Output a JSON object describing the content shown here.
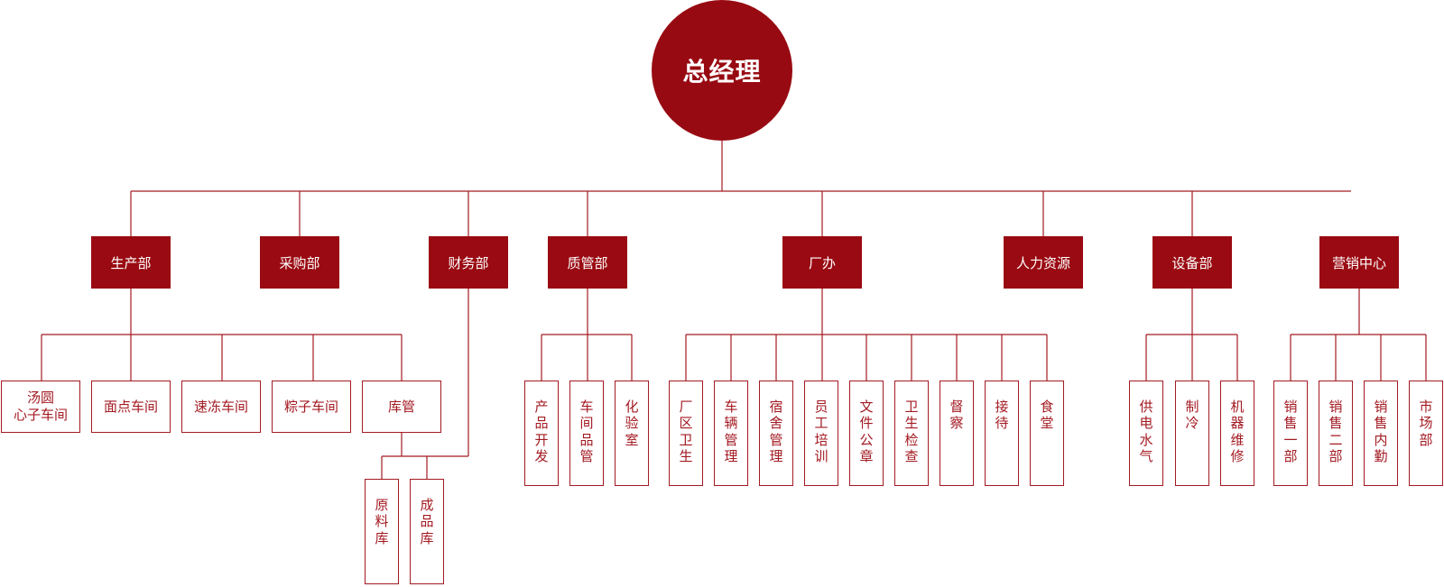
{
  "colors": {
    "fill": "#980a12",
    "line": "#a31a22",
    "text_on_fill": "#ffffff"
  },
  "root": {
    "label": "总经理"
  },
  "departments": [
    {
      "label": "生产部"
    },
    {
      "label": "采购部"
    },
    {
      "label": "财务部"
    },
    {
      "label": "质管部"
    },
    {
      "label": "厂办"
    },
    {
      "label": "人力资源"
    },
    {
      "label": "设备部"
    },
    {
      "label": "营销中心"
    }
  ],
  "units": {
    "production": [
      "汤圆\n心子车间",
      "面点车间",
      "速冻车间",
      "粽子车间",
      "库管"
    ],
    "warehouse": [
      "原料库",
      "成品库"
    ],
    "quality": [
      "产品开发",
      "车间品管",
      "化验室"
    ],
    "office": [
      "厂区卫生",
      "车辆管理",
      "宿舍管理",
      "员工培训",
      "文件公章",
      "卫生检查",
      "督察",
      "接待",
      "食堂"
    ],
    "equipment": [
      "供电水气",
      "制冷",
      "机器维修"
    ],
    "marketing": [
      "销售一部",
      "销售二部",
      "销售内勤",
      "市场部"
    ]
  }
}
